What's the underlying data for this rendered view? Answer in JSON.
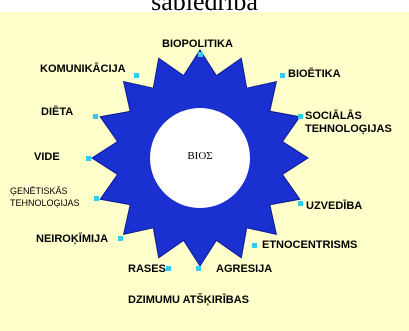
{
  "title_fragment": "sabiedrība",
  "center_label": "ΒΙΟΣ",
  "colors": {
    "background": "#ffffcc",
    "star": "#1a30d0",
    "dot": "#33ccee",
    "center": "#ffffff"
  },
  "labels": {
    "biopolitika": "BIOPOLITIKA",
    "bioetika": "BIOĒTIKA",
    "socialas_1": "SOCIĀLĀS",
    "socialas_2": "TEHNOLOĢIJAS",
    "uzvediba": "UZVEDĪBA",
    "etnocentrisms": "ETNOCENTRISMS",
    "agresija": "AGRESIJA",
    "dzimumu": "DZIMUMU ATŠĶIRĪBAS",
    "rases": "RASES",
    "neirokimija": "NEIROĶĪMIJA",
    "genetiskas_1": "ĢENĒTISKĀS",
    "genetiskas_2": "TEHNOLOĢIJAS",
    "vide": "VIDE",
    "dieta": "DIĒTA",
    "komunikacija": "KOMUNIKĀCIJA"
  }
}
